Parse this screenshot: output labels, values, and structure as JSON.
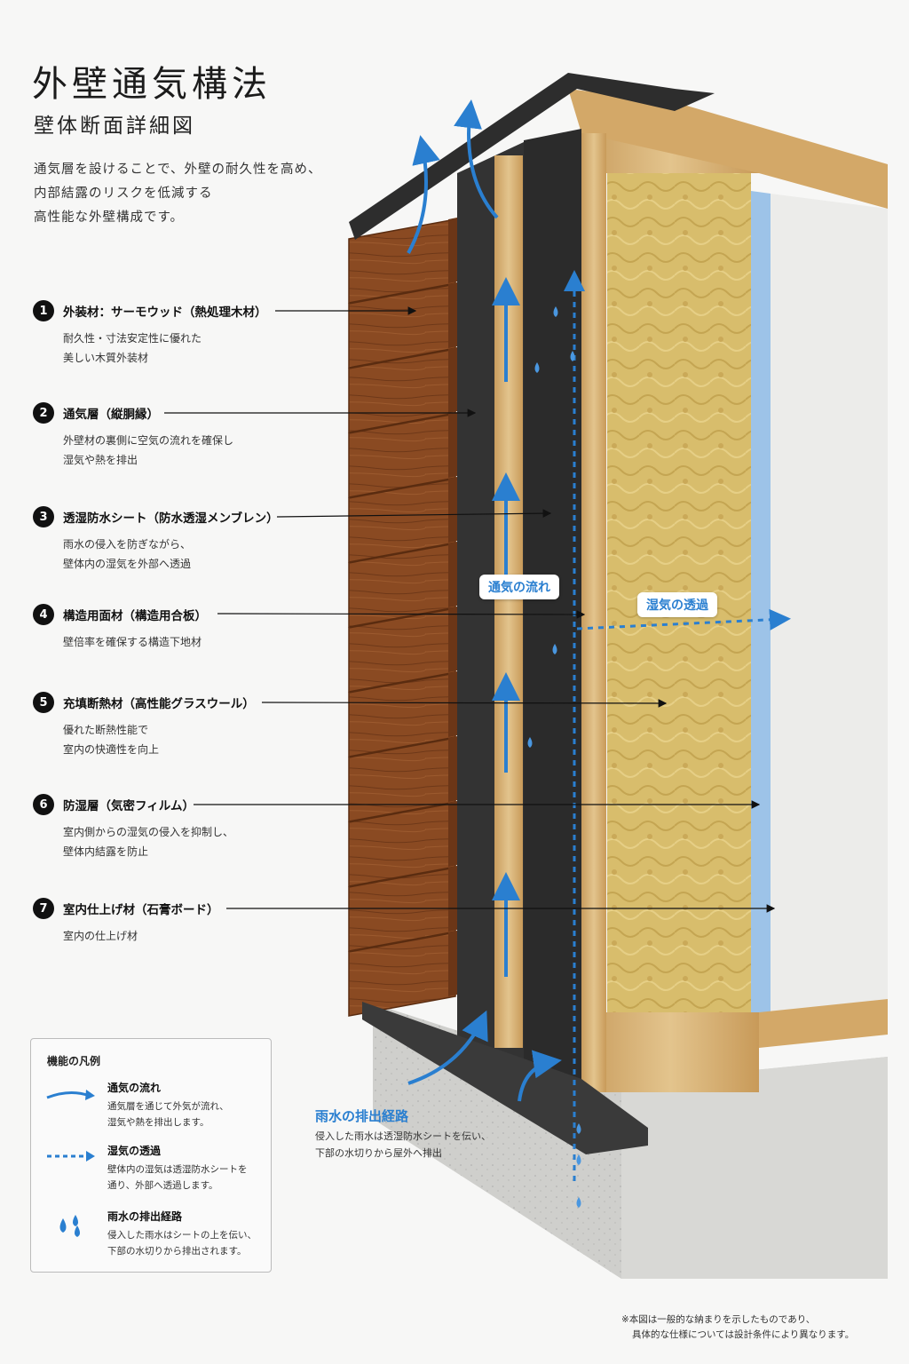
{
  "header": {
    "title": "外壁通気構法",
    "subtitle": "壁体断面詳細図",
    "intro": [
      "通気層を設けることで、外壁の耐久性を高め、",
      "内部結露のリスクを低減する",
      "高性能な外壁構成です。"
    ]
  },
  "callouts": [
    {
      "num": "1",
      "title": "外装材：サーモウッド（熱処理木材）",
      "desc": [
        "耐久性・寸法安定性に優れた",
        "美しい木質外装材"
      ]
    },
    {
      "num": "2",
      "title": "通気層（縦胴縁）",
      "desc": [
        "外壁材の裏側に空気の流れを確保し",
        "湿気や熱を排出"
      ]
    },
    {
      "num": "3",
      "title": "透湿防水シート（防水透湿メンブレン）",
      "desc": [
        "雨水の侵入を防ぎながら、",
        "壁体内の湿気を外部へ透過"
      ]
    },
    {
      "num": "4",
      "title": "構造用面材（構造用合板）",
      "desc": [
        "壁倍率を確保する構造下地材"
      ]
    },
    {
      "num": "5",
      "title": "充填断熱材（高性能グラスウール）",
      "desc": [
        "優れた断熱性能で",
        "室内の快適性を向上"
      ]
    },
    {
      "num": "6",
      "title": "防湿層（気密フィルム）",
      "desc": [
        "室内側からの湿気の侵入を抑制し、",
        "壁体内結露を防止"
      ]
    },
    {
      "num": "7",
      "title": "室内仕上げ材（石膏ボード）",
      "desc": [
        "室内の仕上げ材"
      ]
    }
  ],
  "diagram_labels": {
    "airflow": "通気の流れ",
    "moisture": "湿気の透過",
    "rain_title": "雨水の排出経路",
    "rain_desc": [
      "侵入した雨水は透湿防水シートを伝い、",
      "下部の水切りから屋外へ排出"
    ]
  },
  "legend": {
    "title": "機能の凡例",
    "items": [
      {
        "icon": "airflow-arrow-icon",
        "title": "通気の流れ",
        "desc": [
          "通気層を通じて外気が流れ、",
          "湿気や熱を排出します。"
        ]
      },
      {
        "icon": "dashed-arrow-icon",
        "title": "湿気の透過",
        "desc": [
          "壁体内の湿気は透湿防水シートを",
          "通り、外部へ透過します。"
        ]
      },
      {
        "icon": "water-drops-icon",
        "title": "雨水の排出経路",
        "desc": [
          "侵入した雨水はシートの上を伝い、",
          "下部の水切りから排出されます。"
        ]
      }
    ]
  },
  "footnote": [
    "※本図は一般的な納まりを示したものであり、",
    "具体的な仕様については設計条件により異なります。"
  ],
  "colors": {
    "accent_blue": "#2a7fd0",
    "wood": "#8a4a22",
    "insulation": "#d9bd6a",
    "membrane": "#2b2b2b",
    "frame": "#d8b072"
  }
}
